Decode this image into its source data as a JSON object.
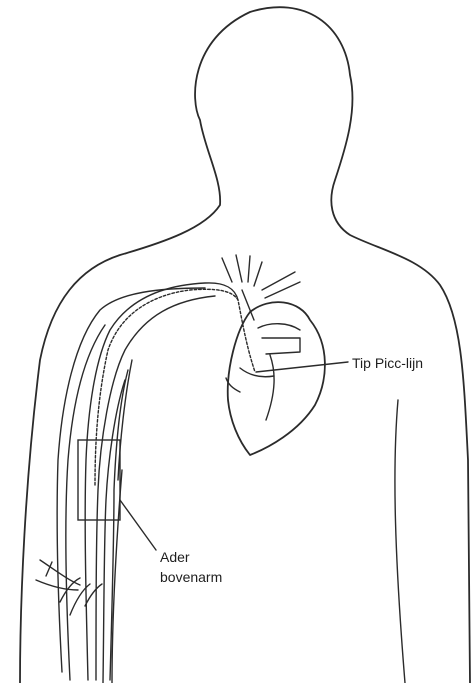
{
  "labels": {
    "picc_tip": "Tip Picc-lijn",
    "vein_upper_arm_line1": "Ader",
    "vein_upper_arm_line2": "bovenarm"
  },
  "colors": {
    "line": "#2b2b2b",
    "background": "#ffffff"
  }
}
